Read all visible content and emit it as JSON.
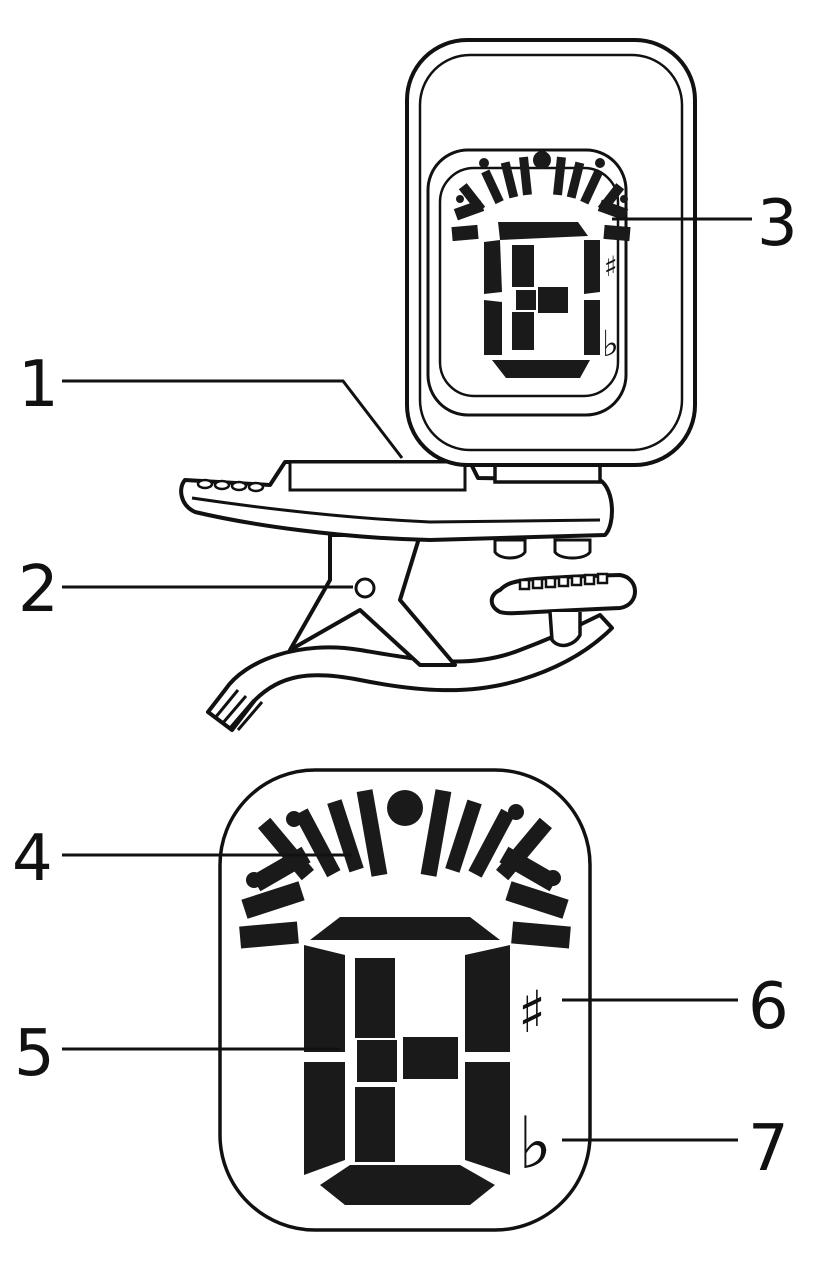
{
  "callouts": [
    {
      "id": "1",
      "label": "1"
    },
    {
      "id": "2",
      "label": "2"
    },
    {
      "id": "3",
      "label": "3"
    },
    {
      "id": "4",
      "label": "4"
    },
    {
      "id": "5",
      "label": "5"
    },
    {
      "id": "6",
      "label": "6"
    },
    {
      "id": "7",
      "label": "7"
    }
  ],
  "display": {
    "sharp_symbol": "♯",
    "flat_symbol": "♭"
  },
  "colors": {
    "line": "#111111",
    "segment": "#1a1a1a",
    "background": "#ffffff"
  }
}
